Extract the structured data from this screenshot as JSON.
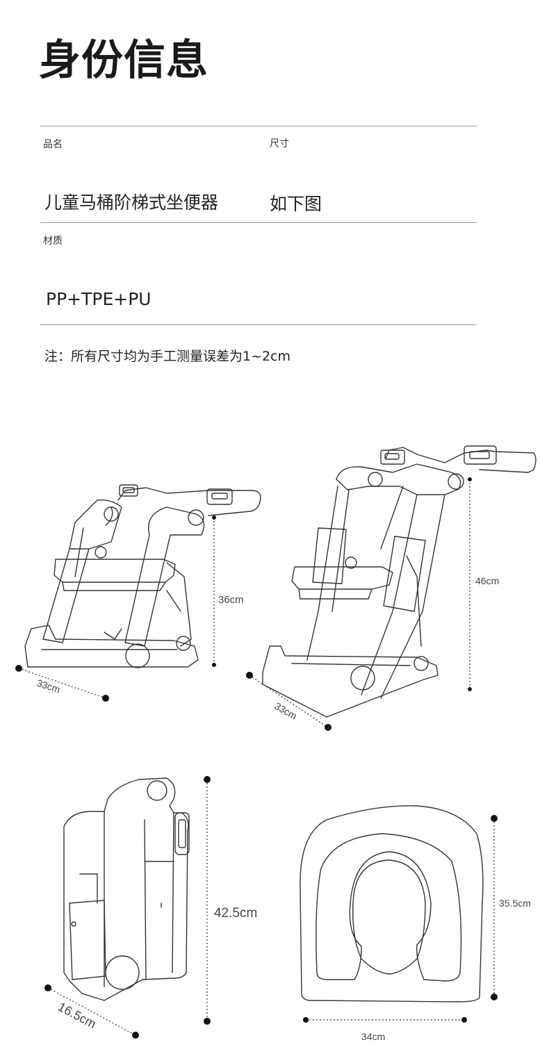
{
  "page": {
    "title": "身份信息"
  },
  "info": {
    "name_label": "品名",
    "name_value": "儿童马桶阶梯式坐便器",
    "size_label": "尺寸",
    "size_value": "如下图",
    "material_label": "材质",
    "material_value": "PP+TPE+PU",
    "note": "注：所有尺寸均为手工测量误差为1~2cm"
  },
  "dimensions": {
    "folded_height": "36cm",
    "folded_depth": "33cm",
    "open_height": "46cm",
    "open_depth": "33cm",
    "side_height": "42.5cm",
    "side_width": "16.5cm",
    "seat_length": "35.5cm",
    "seat_width": "34cm"
  }
}
